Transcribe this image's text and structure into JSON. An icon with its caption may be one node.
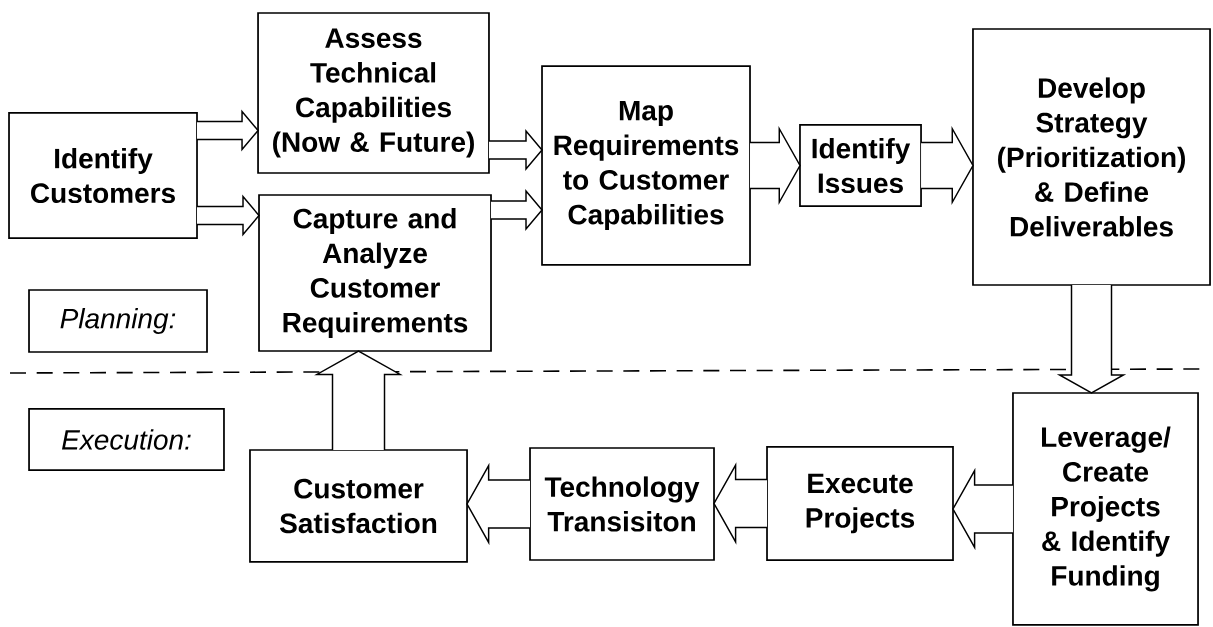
{
  "diagram": {
    "nodes": [
      {
        "text": [
          "Identify Customers"
        ]
      },
      {
        "text": [
          "Assess Technical Capabilities (Now & Future)"
        ]
      },
      {
        "text": [
          "Capture and Analyze Customer Requirements"
        ]
      },
      {
        "text": [
          "Map Requirements to Customer Capabilities"
        ]
      },
      {
        "text": [
          "Identify Issues"
        ]
      },
      {
        "text": [
          "Develop Strategy (Prioritization) & Define Deliverables"
        ]
      },
      {
        "text": [
          "Leverage/ Create Projects & Identify Funding"
        ]
      },
      {
        "text": [
          "Execute Projects"
        ]
      },
      {
        "text": [
          "Technology Transisiton"
        ]
      },
      {
        "text": [
          "Customer Satisfaction"
        ]
      },
      {
        "text": [
          "Planning:"
        ]
      },
      {
        "text": [
          "Execution:"
        ]
      }
    ],
    "edges": [
      {
        "from": 0,
        "to": 1,
        "arrow": "to"
      },
      {
        "from": 0,
        "to": 2,
        "arrow": "to"
      },
      {
        "from": 1,
        "to": 3,
        "arrow": "to"
      },
      {
        "from": 2,
        "to": 3,
        "arrow": "to"
      },
      {
        "from": 3,
        "to": 4,
        "arrow": "to"
      },
      {
        "from": 4,
        "to": 5,
        "arrow": "to"
      },
      {
        "from": 5,
        "to": 6,
        "arrow": "to"
      },
      {
        "from": 6,
        "to": 7,
        "arrow": "to"
      },
      {
        "from": 7,
        "to": 8,
        "arrow": "to"
      },
      {
        "from": 8,
        "to": 9,
        "arrow": "to"
      },
      {
        "from": 9,
        "to": 2,
        "arrow": "to"
      }
    ]
  }
}
